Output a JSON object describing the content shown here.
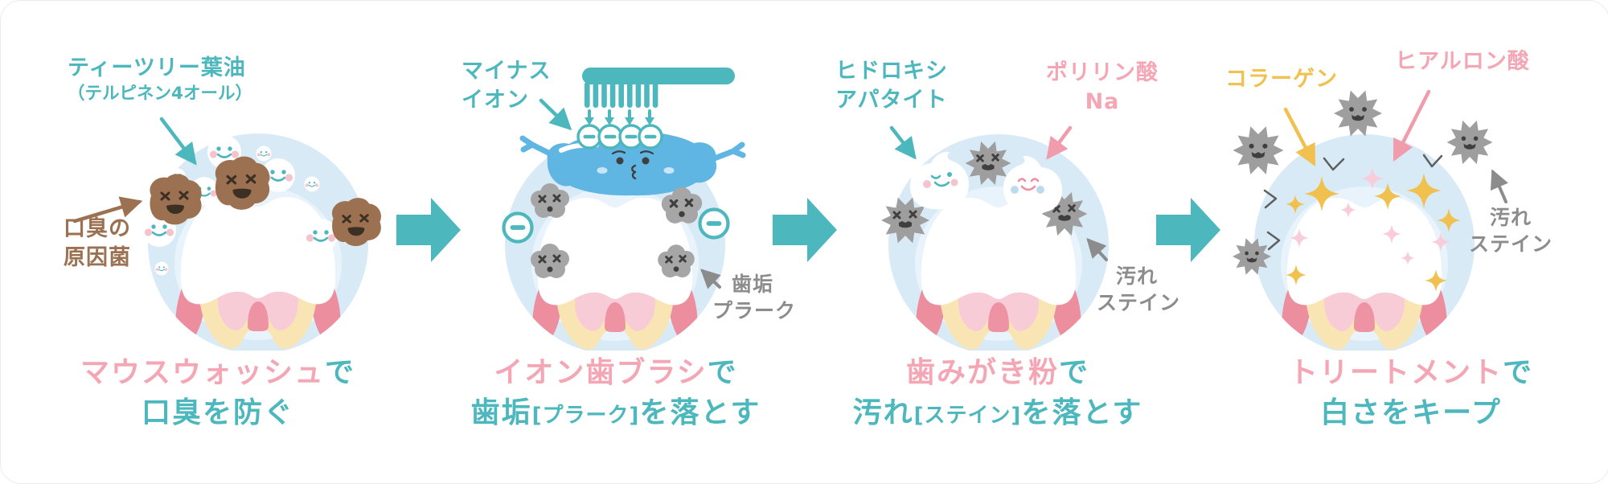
{
  "colors": {
    "teal": "#4cb7bd",
    "pink": "#f4a6b5",
    "arrow_pink": "#f09cad",
    "deep_pink": "#ec8fa3",
    "brown": "#9b7151",
    "gray": "#8c8c8c",
    "dark": "#3f3f3f",
    "chevron": "#5f5f5f",
    "yellow": "#f0c14e",
    "sparkle_pink": "#f8cdd9",
    "light_blue": "#d9eaf7",
    "glow": "#e9f3fb",
    "blob_blue": "#5fb6e3",
    "cloud_gray": "#a6a6a6",
    "star_gray": "#9e9e9e",
    "cream": "#f9e4b4",
    "dentin": "#f7ccd6",
    "canal": "#ee93a3",
    "gum": "#ec8e9d",
    "cheek_pink": "#f4c3cd",
    "blue_cheek": "#bedbee",
    "white": "#ffffff"
  },
  "icons": {
    "step_arrow": "right-block-arrow",
    "toothbrush": "toothbrush-head-with-bristles",
    "minus_ion": "circled-minus",
    "tooth": "molar-cross-section",
    "sparkle": "four-point-star"
  },
  "steps": [
    {
      "labels": [
        {
          "id": "tea-tree-oil",
          "line1": "ティーツリー葉油",
          "line2": "（テルピネン4オール）"
        },
        {
          "id": "bad-breath-bacteria",
          "line1": "口臭の",
          "line2": "原因菌"
        }
      ],
      "caption": {
        "top_main": "マウスウォッシュ",
        "top_tail": "で",
        "bottom_main": "口臭を防ぐ",
        "bottom_bracket": "",
        "bottom_tail": ""
      }
    },
    {
      "labels": [
        {
          "id": "minus-ion",
          "line1": "マイナス",
          "line2": "イオン"
        },
        {
          "id": "plaque",
          "line1": "歯垢",
          "line2": "プラーク"
        }
      ],
      "caption": {
        "top_main": "イオン歯ブラシ",
        "top_tail": "で",
        "bottom_main": "歯垢",
        "bottom_bracket": "[プラーク]",
        "bottom_tail": "を落とす"
      }
    },
    {
      "labels": [
        {
          "id": "hydroxyapatite",
          "line1": "ヒドロキシ",
          "line2": "アパタイト"
        },
        {
          "id": "polyphosphate-na",
          "line1": "ポリリン酸",
          "line2": "Na"
        },
        {
          "id": "stain",
          "line1": "汚れ",
          "line2": "ステイン"
        }
      ],
      "caption": {
        "top_main": "歯みがき粉",
        "top_tail": "で",
        "bottom_main": "汚れ",
        "bottom_bracket": "[ステイン]",
        "bottom_tail": "を落とす"
      }
    },
    {
      "labels": [
        {
          "id": "collagen",
          "line1": "コラーゲン"
        },
        {
          "id": "hyaluronic-acid",
          "line1": "ヒアルロン酸"
        },
        {
          "id": "stain",
          "line1": "汚れ",
          "line2": "ステイン"
        }
      ],
      "caption": {
        "top_main": "トリートメント",
        "top_tail": "で",
        "bottom_main": "白さをキープ",
        "bottom_bracket": "",
        "bottom_tail": ""
      }
    }
  ]
}
